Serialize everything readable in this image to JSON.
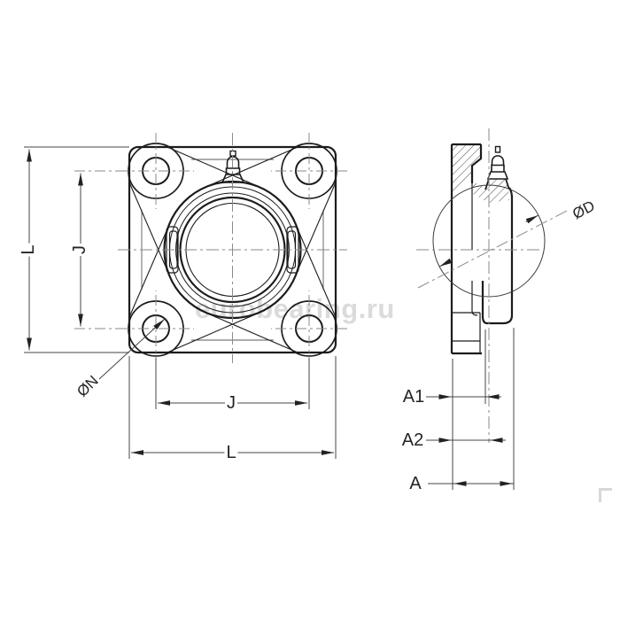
{
  "watermark": {
    "text": "eurobearing.ru"
  },
  "dimensions": {
    "left_outer": "L",
    "left_inner": "J",
    "bottom_inner": "J",
    "bottom_outer": "L",
    "bolt_hole": "ØN",
    "sphere_diameter": "ØD",
    "a1": "A1",
    "a2": "A2",
    "a": "A"
  },
  "colors": {
    "outline": "#1c1c1c",
    "dimension_line": "#444444",
    "centerline": "#8a8a8a",
    "watermark": "#c6c6c6",
    "background": "#ffffff"
  }
}
